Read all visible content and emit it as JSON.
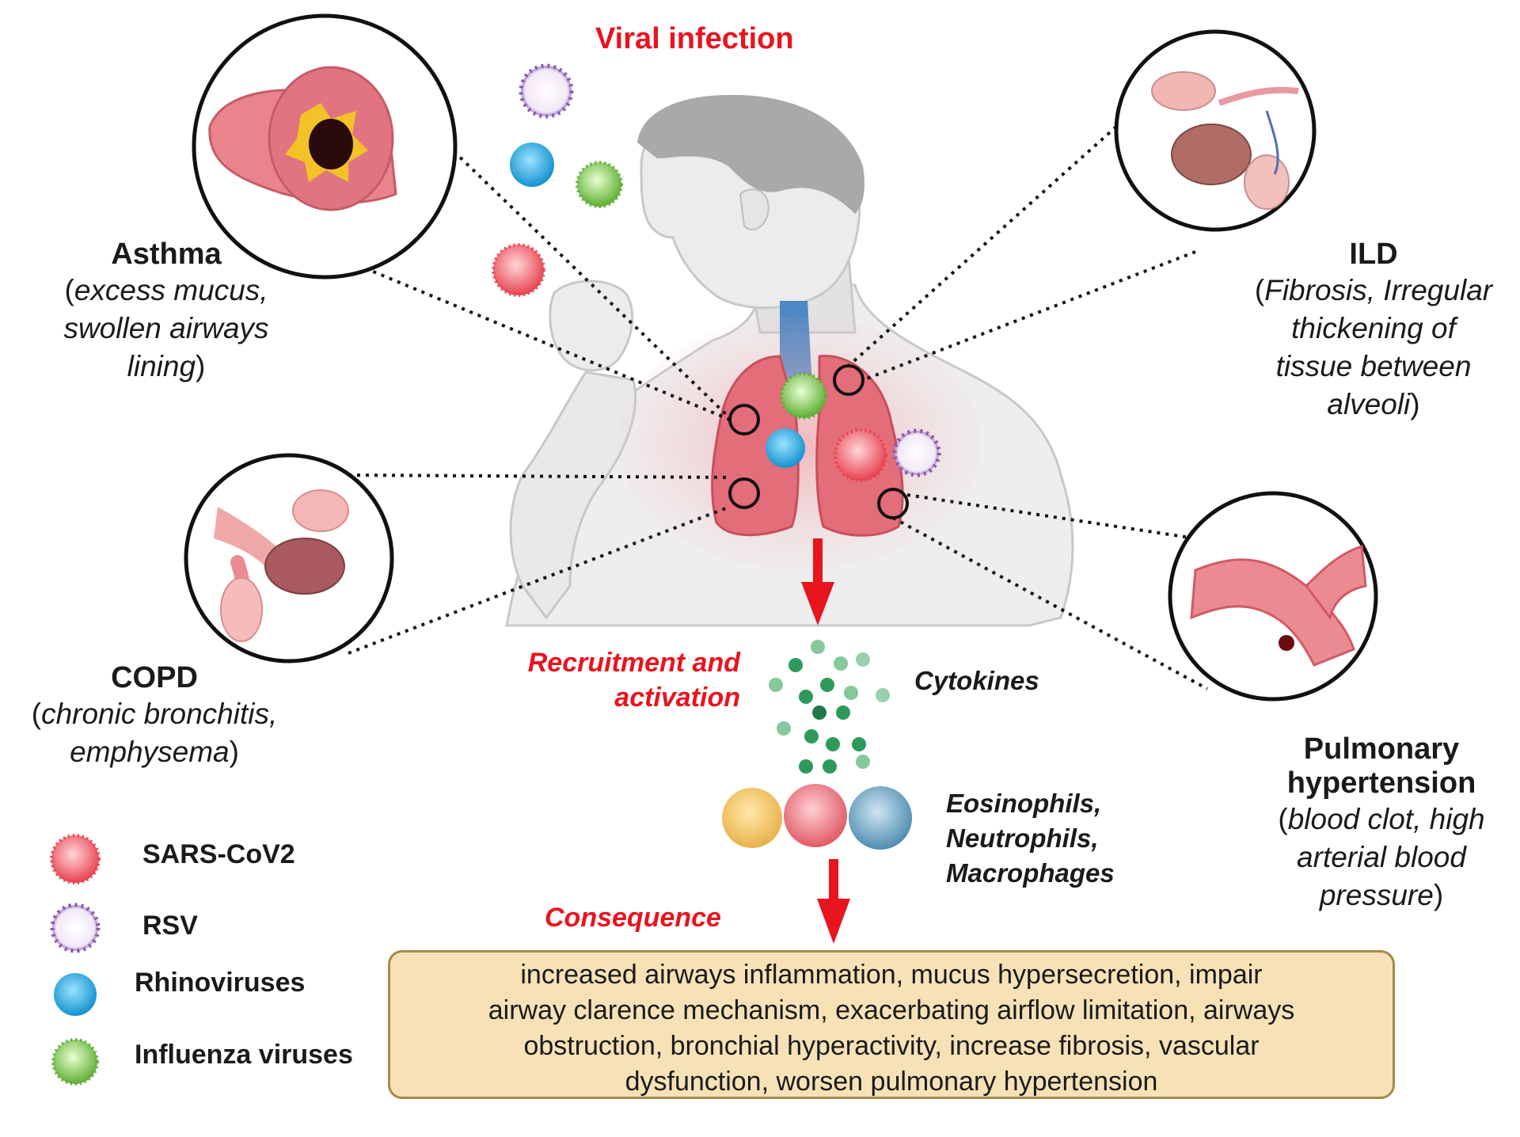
{
  "title": "Viral infection",
  "diseases": {
    "asthma": {
      "name": "Asthma",
      "lines": [
        "excess mucus,",
        "swollen airways",
        "lining"
      ]
    },
    "copd": {
      "name": "COPD",
      "lines": [
        "chronic bronchitis,",
        "emphysema"
      ]
    },
    "ild": {
      "name": "ILD",
      "lines": [
        "Fibrosis, Irregular",
        "thickening of",
        "tissue between",
        "alveoli"
      ]
    },
    "ph": {
      "name_lines": [
        "Pulmonary",
        "hypertension"
      ],
      "lines": [
        "blood clot, high",
        "arterial blood",
        "pressure"
      ]
    }
  },
  "flow": {
    "recruitment_lines": [
      "Recruitment and",
      "activation"
    ],
    "cytokines": "Cytokines",
    "cells_lines": [
      "Eosinophils,",
      "Neutrophils,",
      "Macrophages"
    ],
    "consequence_label": "Consequence",
    "consequence_lines": [
      "increased airways inflammation, mucus hypersecretion, impair",
      "airway clarence mechanism, exacerbating airflow limitation, airways",
      "obstruction, bronchial hyperactivity, increase  fibrosis, vascular",
      "dysfunction,  worsen pulmonary hypertension"
    ]
  },
  "legend": [
    {
      "label": "SARS-CoV2",
      "icon": "sars-cov2-virus-icon",
      "color": "#e8424f"
    },
    {
      "label": "RSV",
      "icon": "rsv-virus-icon",
      "color": "#8a5bb0"
    },
    {
      "label": "Rhinoviruses",
      "icon": "rhinovirus-icon",
      "color": "#1ea3db"
    },
    {
      "label": "Influenza viruses",
      "icon": "influenza-virus-icon",
      "color": "#6fbf45"
    }
  ],
  "colors": {
    "accent_red": "#e8141e",
    "box_fill": "#f6e2b6",
    "box_border": "#a9894a",
    "lung": "#e46a78",
    "cytokine": "#2d9a5c"
  }
}
